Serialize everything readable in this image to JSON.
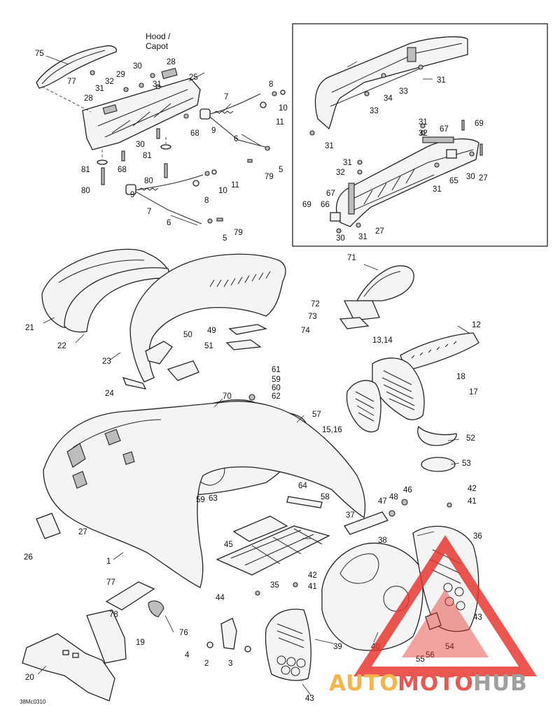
{
  "hood_label": "Hood /",
  "capot_label": "Capot",
  "drawing_code": "38Mc0310",
  "watermark": {
    "part1": "AUTO",
    "part2": "MOTO",
    "part3": "HUB",
    "color_main": "#e8322c",
    "color_orange": "#f5a623",
    "color_gray": "#8a8a8a"
  },
  "callouts": {
    "c75": "75",
    "c77a": "77",
    "c30a": "30",
    "c28a": "28",
    "c29": "29",
    "c32a": "32",
    "c31a": "31",
    "c31b": "31",
    "c28b": "28",
    "c25": "25",
    "c8a": "8",
    "c7a": "7",
    "c10a": "10",
    "c11a": "11",
    "c9a": "9",
    "c6a": "6",
    "c68a": "68",
    "c30b": "30",
    "c81a": "81",
    "c68b": "68",
    "c81b": "81",
    "c80a": "80",
    "c80b": "80",
    "c5a": "5",
    "c79a": "79",
    "c10b": "10",
    "c11b": "11",
    "c8b": "8",
    "c9b": "9",
    "c7b": "7",
    "c6b": "6",
    "c79b": "79",
    "c5b": "5",
    "c31c": "31",
    "c34": "34",
    "c33a": "33",
    "c33b": "33",
    "c31d": "31",
    "c32b": "32",
    "c67a": "67",
    "c69a": "69",
    "c31e": "31",
    "c32c": "32",
    "c30c": "30",
    "c65": "65",
    "c27a": "27",
    "c31f": "31",
    "c67b": "67",
    "c69b": "69",
    "c66": "66",
    "c27b": "27",
    "c30d": "30",
    "c31g": "31",
    "c21": "21",
    "c22": "22",
    "c71": "71",
    "c72": "72",
    "c73": "73",
    "c74": "74",
    "c12": "12",
    "c23": "23",
    "c49": "49",
    "c50": "50",
    "c51": "51",
    "c1314": "13,14",
    "c24": "24",
    "c61": "61",
    "c59a": "59",
    "c60": "60",
    "c62": "62",
    "c18": "18",
    "c17": "17",
    "c70": "70",
    "c57": "57",
    "c1516": "15,16",
    "c52": "52",
    "c53": "53",
    "c64": "64",
    "c59b": "59",
    "c63": "63",
    "c58": "58",
    "c46": "46",
    "c47": "47",
    "c48": "48",
    "c42a": "42",
    "c41a": "41",
    "c37": "37",
    "c38": "38",
    "c36": "36",
    "c27c": "27",
    "c26": "26",
    "c45": "45",
    "c1": "1",
    "c77b": "77",
    "c35": "35",
    "c42b": "42",
    "c41b": "41",
    "c44": "44",
    "c43a": "43",
    "c78": "78",
    "c76": "76",
    "c19": "19",
    "c54": "54",
    "c56": "56",
    "c55": "55",
    "c40": "40",
    "c39": "39",
    "c4": "4",
    "c2": "2",
    "c3": "3",
    "c20": "20",
    "c43b": "43"
  }
}
